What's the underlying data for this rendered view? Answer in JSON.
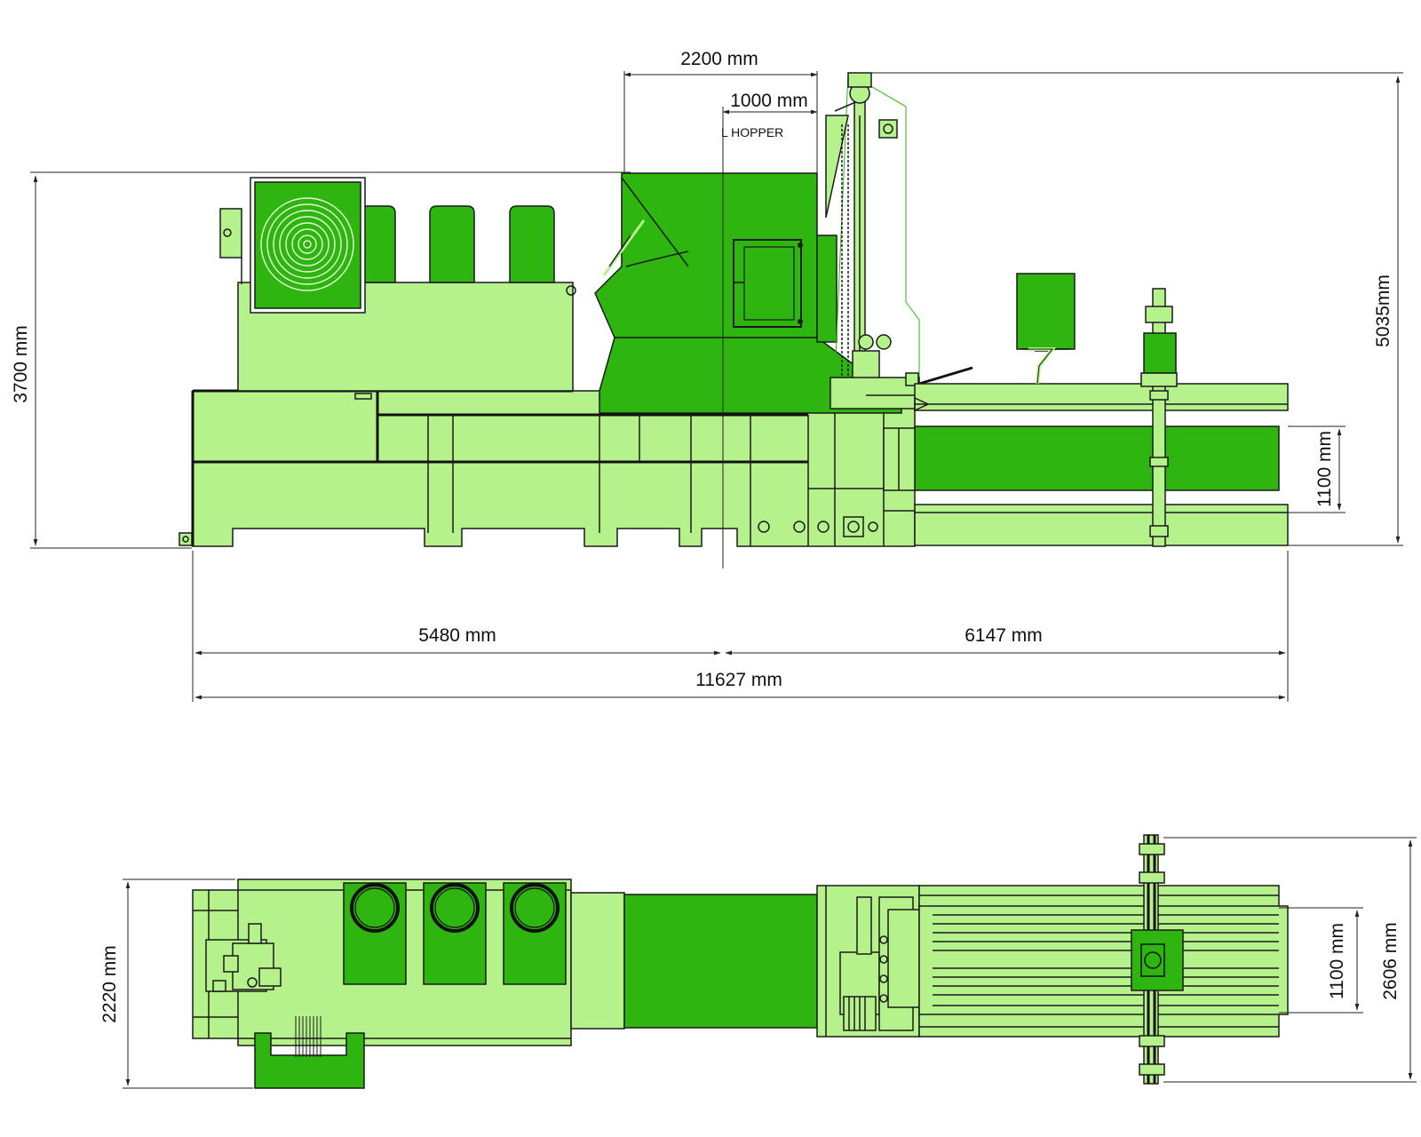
{
  "colors": {
    "light_green": "#b6f28c",
    "dark_green": "#2fb50f",
    "outline": "#1a1a1a",
    "dimension": "#222222"
  },
  "side_view": {
    "dim_hopper_width": "2200 mm",
    "dim_hopper_offset": "1000 mm",
    "hopper_centerline_label": "L HOPPER",
    "dim_height_body": "3700 mm",
    "dim_height_total": "5035mm",
    "dim_channel": "1100 mm",
    "dim_left_length": "5480 mm",
    "dim_right_length": "6147 mm",
    "dim_total_length": "11627 mm"
  },
  "top_view": {
    "dim_width_body": "2220 mm",
    "dim_channel": "1100 mm",
    "dim_width_total": "2606 mm"
  }
}
